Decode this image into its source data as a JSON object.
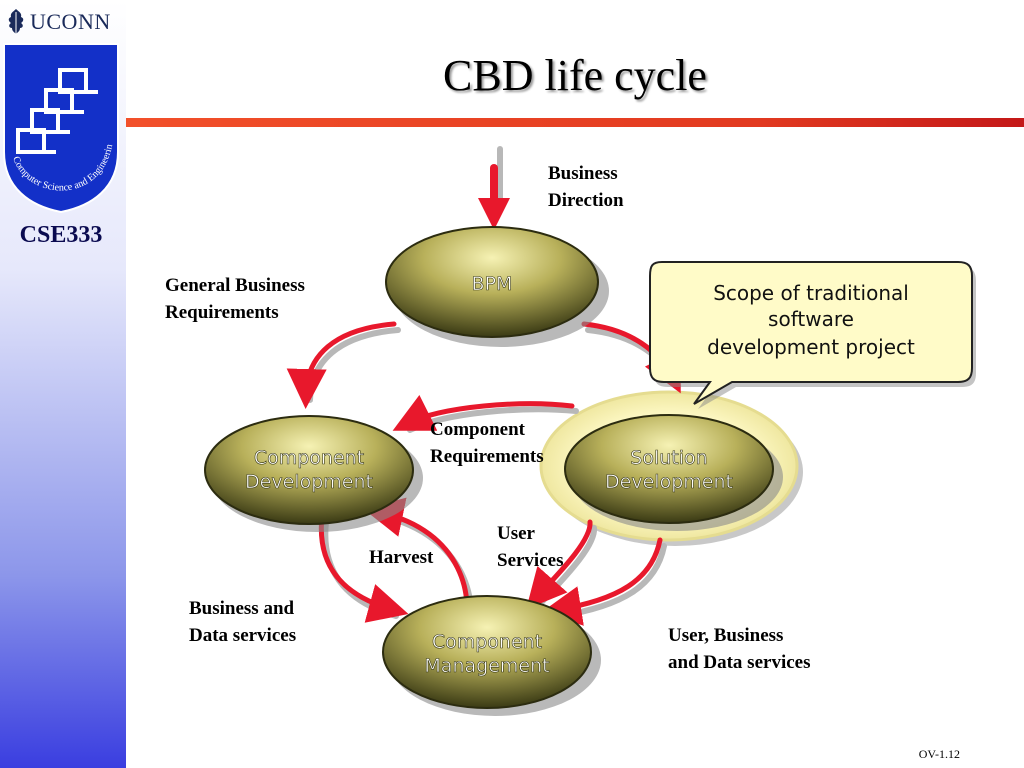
{
  "branding": {
    "university": "UCONN",
    "seal_text": "Computer Science and Engineering",
    "course": "CSE333"
  },
  "title": "CBD life cycle",
  "nodes": {
    "bpm": "BPM",
    "component_development": [
      "Component",
      "Development"
    ],
    "solution_development": [
      "Solution",
      "Development"
    ],
    "component_management": [
      "Component",
      "Management"
    ]
  },
  "callout": [
    "Scope of traditional",
    "software",
    "development project"
  ],
  "labels": {
    "business_direction": "Business\nDirection",
    "general_business_requirements": "General Business\nRequirements",
    "component_requirements": "Component\nRequirements",
    "user_services": "User\nServices",
    "harvest": "Harvest",
    "business_and_data_services": "Business and\nData services",
    "user_business_data_services": "User, Business\nand Data services"
  },
  "footer": "OV-1.12",
  "colors": {
    "arrow": "#e8182c",
    "node_light": "#f6f2b4",
    "node_dark": "#3a3a14",
    "callout_fill": "#fffbc8",
    "sidebar_bottom": "#3a3ee0"
  }
}
